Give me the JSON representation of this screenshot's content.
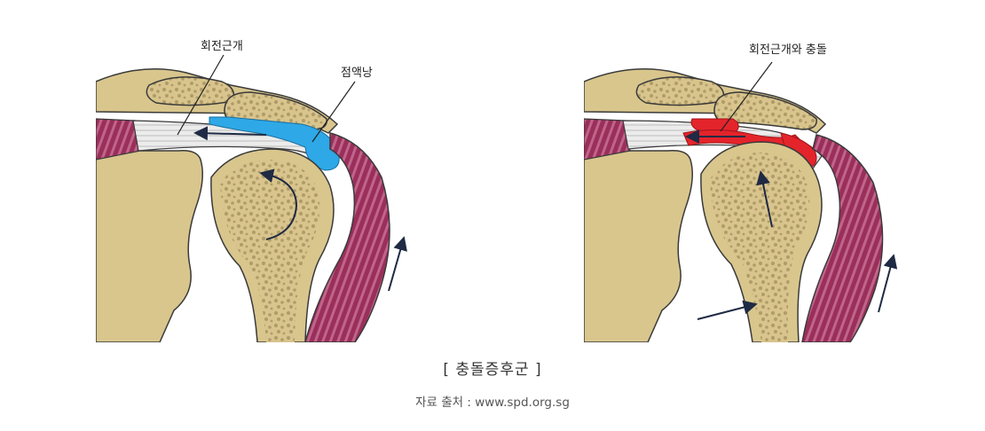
{
  "left_panel": {
    "label_rotator_cuff": "회전근개",
    "label_bursa": "점액낭"
  },
  "right_panel": {
    "label_impingement": "회전근개와 충돌"
  },
  "caption": {
    "title": "[ 충돌증후군 ]",
    "source": "자료 출처 : www.spd.org.sg"
  },
  "colors": {
    "bone": "#d9c68d",
    "bone_stroke": "#3a3a3a",
    "marrow": "#c5b283",
    "muscle": "#9a2f5a",
    "muscle_light": "#c0648b",
    "tendon": "#e6e6e6",
    "bursa": "#2ea8e6",
    "impingement": "#e4242b",
    "arrow": "#1f2a44"
  }
}
